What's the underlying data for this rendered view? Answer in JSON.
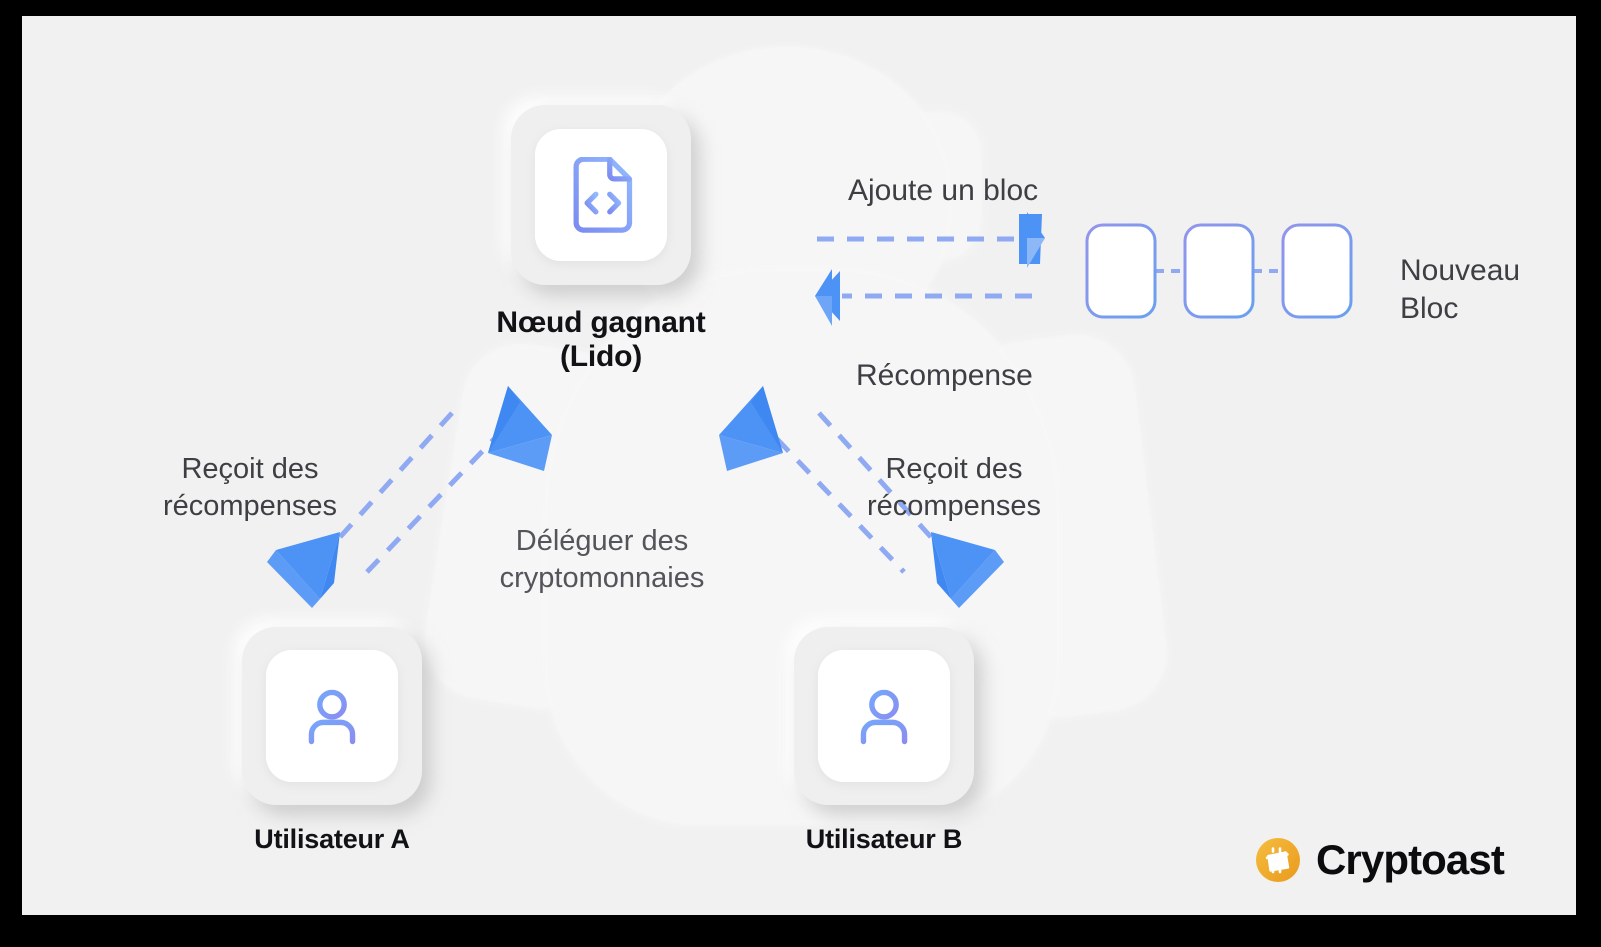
{
  "canvas": {
    "background_color": "#f1f1f1",
    "frame_color": "#000000",
    "accent_blue": "#4d92f5",
    "accent_blue_light": "#8db8f8",
    "icon_gradient_from": "#7b8cf0",
    "icon_gradient_to": "#8fb5fb",
    "block_border_from": "#8f8fe8",
    "block_border_to": "#6fa3f0",
    "logo_color": "#f0a92c"
  },
  "nodes": {
    "winning_node": {
      "label": "Nœud gagnant\n(Lido)",
      "label_line1": "Nœud gagnant",
      "label_line2": "(Lido)",
      "icon": "code-file-icon"
    },
    "user_a": {
      "label": "Utilisateur A",
      "icon": "user-icon"
    },
    "user_b": {
      "label": "Utilisateur B",
      "icon": "user-icon"
    },
    "blockchain": {
      "label_line1": "Nouveau",
      "label_line2": "Bloc",
      "block_count": 3
    }
  },
  "arrows": {
    "add_block": {
      "label": "Ajoute un bloc",
      "direction": "right"
    },
    "reward": {
      "label": "Récompense",
      "direction": "left"
    },
    "reward_user_a": {
      "label_line1": "Reçoit des",
      "label_line2": "récompenses",
      "direction": "down-left"
    },
    "reward_user_b": {
      "label_line1": "Reçoit des",
      "label_line2": "récompenses",
      "direction": "down-right"
    },
    "delegate": {
      "label_line1": "Déléguer des",
      "label_line2": "cryptomonnaies",
      "direction": "up"
    }
  },
  "logo": {
    "text": "Cryptoast",
    "icon": "cryptoast-coin-icon"
  }
}
